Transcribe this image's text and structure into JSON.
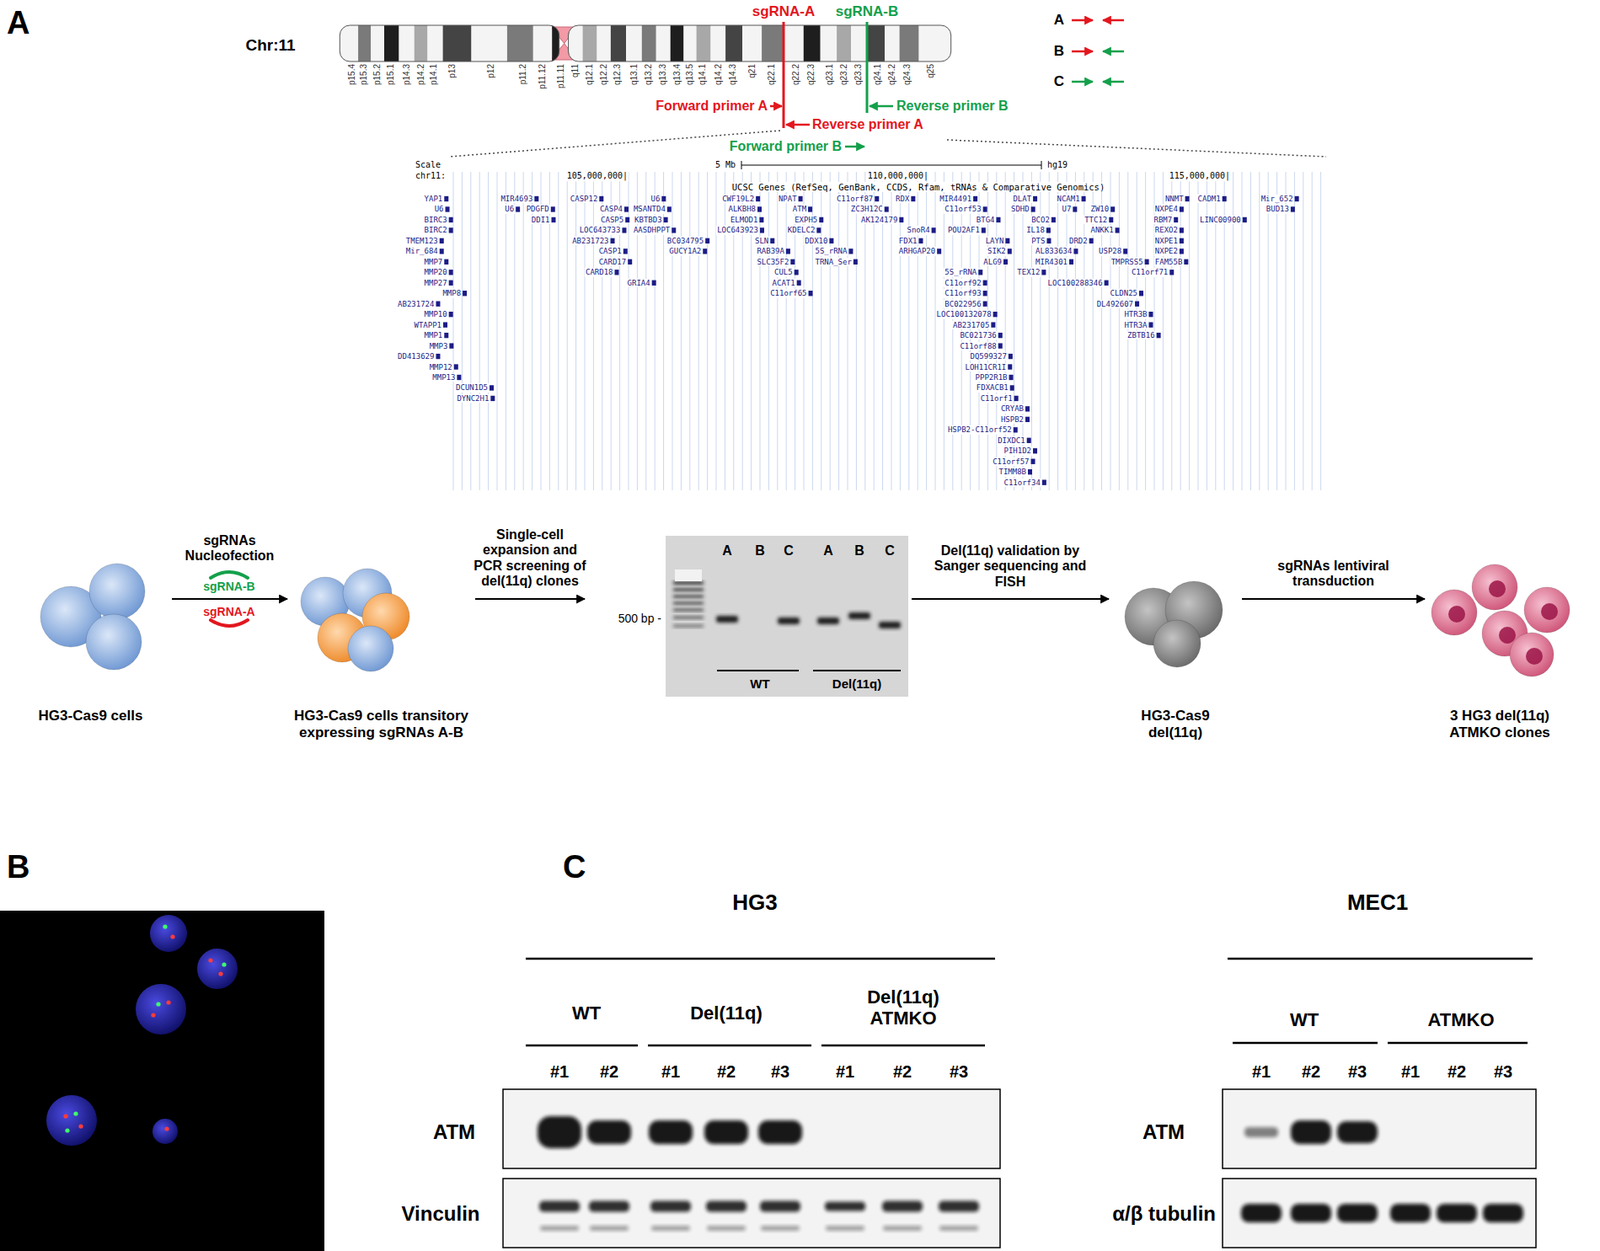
{
  "diagram": {
    "nodes": [
      {
        "text": [
          "HG3-Cas9 cells"
        ]
      },
      {
        "text": [
          "HG3-Cas9 cells transitory expressing sgRNAs A-B"
        ]
      },
      {
        "text": [
          "500 bp -",
          "A",
          "B",
          "C",
          "A",
          "B",
          "C",
          "WT",
          "Del(11q)"
        ]
      },
      {
        "text": [
          "HG3-Cas9 del(11q)"
        ]
      },
      {
        "text": [
          "3 HG3 del(11q) ATMKO clones"
        ]
      }
    ],
    "edges": [
      {
        "from": 0,
        "to": 1,
        "arrow": "to",
        "label": "sgRNAs Nucleofection"
      },
      {
        "from": 1,
        "to": 2,
        "arrow": "to",
        "label": "Single-cell expansion and PCR screening of del(11q) clones"
      },
      {
        "from": 2,
        "to": 3,
        "arrow": "to",
        "label": "Del(11q) validation by Sanger sequencing and FISH"
      },
      {
        "from": 3,
        "to": 4,
        "arrow": "to",
        "label": "sgRNAs lentiviral transduction"
      }
    ],
    "labels": [
      "A",
      "Chr:11",
      "sgRNA-A",
      "sgRNA-B",
      "p15.4",
      "p15.3",
      "p15.2",
      "p15.1",
      "p14.3",
      "p14.2",
      "p14.1",
      "p13",
      "p12",
      "p11.2",
      "p11.12",
      "p11.11",
      "q11",
      "q12.1",
      "q12.2",
      "q12.3",
      "q13.1",
      "q13.2",
      "q13.3",
      "q13.4",
      "q13.5",
      "q14.1",
      "q14.2",
      "q14.3",
      "q21",
      "q22.1",
      "q22.2",
      "q22.3",
      "q23.1",
      "q23.2",
      "q23.3",
      "q24.1",
      "q24.2",
      "q24.3",
      "q25",
      "Forward primer A",
      "Reverse primer B",
      "Reverse primer A",
      "Forward primer B",
      "Scale",
      "5 Mb",
      "hg19",
      "chr11:",
      "105,000,000|",
      "110,000,000|",
      "115,000,000|",
      "UCSC Genes (RefSeq, GenBank, CCDS, Rfam, tRNAs & Comparative Genomics)",
      "YAP1",
      "MIR4693",
      "CASP12",
      "U6",
      "CWF19L2",
      "NPAT",
      "C11orf87",
      "RDX",
      "MIR4491",
      "DLAT",
      "NCAM1",
      "NNMT",
      "CADM1",
      "Mir_652",
      "U6",
      "U6",
      "PDGFD",
      "CASP4",
      "MSANTD4",
      "ALKBH8",
      "ATM",
      "ZC3H12C",
      "C11orf53",
      "SDHD",
      "U7",
      "ZW10",
      "NXPE4",
      "BUD13",
      "BIRC3",
      "DDI1",
      "CASP5",
      "KBTBD3",
      "ELMOD1",
      "EXPH5",
      "AK124179",
      "BTG4",
      "BCO2",
      "TTC12",
      "RBM7",
      "LINC00900",
      "BIRC2",
      "LOC643733",
      "AASDHPPT",
      "LOC643923",
      "KDELC2",
      "SnoR4",
      "POU2AF1",
      "IL18",
      "ANKK1",
      "REXO2",
      "TMEM123",
      "AB231723",
      "BC034795",
      "SLN",
      "DDX10",
      "FDX1",
      "LAYN",
      "PTS",
      "DRD2",
      "NXPE1",
      "Mir_684",
      "CASP1",
      "GUCY1A2",
      "RAB39A",
      "5S_rRNA",
      "ARHGAP20",
      "SIK2",
      "AL833634",
      "USP28",
      "NXPE2",
      "MMP7",
      "CARD17",
      "SLC35F2",
      "TRNA_Ser",
      "ALG9",
      "MIR4301",
      "TMPRSS5",
      "FAM55B",
      "MMP20",
      "CARD18",
      "CUL5",
      "5S_rRNA",
      "TEX12",
      "C11orf71",
      "MMP27",
      "GRIA4",
      "ACAT1",
      "C11orf92",
      "LOC100288346",
      "MMP8",
      "C11orf65",
      "C11orf93",
      "CLDN25",
      "AB231724",
      "BC022956",
      "DL492607",
      "MMP10",
      "LOC100132078",
      "HTR3B",
      "WTAPP1",
      "AB231705",
      "HTR3A",
      "MMP1",
      "BC021736",
      "ZBTB16",
      "MMP3",
      "C11orf88",
      "DD413629",
      "DQ599327",
      "MMP12",
      "LOH11CR1I",
      "MMP13",
      "PPP2R1B",
      "DCUN1D5",
      "FDXACB1",
      "DYNC2H1",
      "C11orf1",
      "CRYAB",
      "HSPB2",
      "HSPB2-C11orf52",
      "DIXDC1",
      "PIH1D2",
      "C11orf57",
      "TIMM8B",
      "C11orf34",
      "sgRNA-B",
      "sgRNA-A",
      "B",
      "C",
      "HG3",
      "WT",
      "Del(11q)",
      "Del(11q) ATMKO",
      "#1",
      "#2",
      "#1",
      "#2",
      "#3",
      "#1",
      "#2",
      "#3",
      "ATM",
      "Vinculin",
      "MEC1",
      "WT",
      "ATMKO",
      "#1",
      "#2",
      "#3",
      "#1",
      "#2",
      "#3",
      "ATM",
      "α/β tubulin"
    ],
    "legend": [
      {
        "text": "A"
      },
      {
        "text": "B"
      },
      {
        "text": "C"
      }
    ]
  }
}
